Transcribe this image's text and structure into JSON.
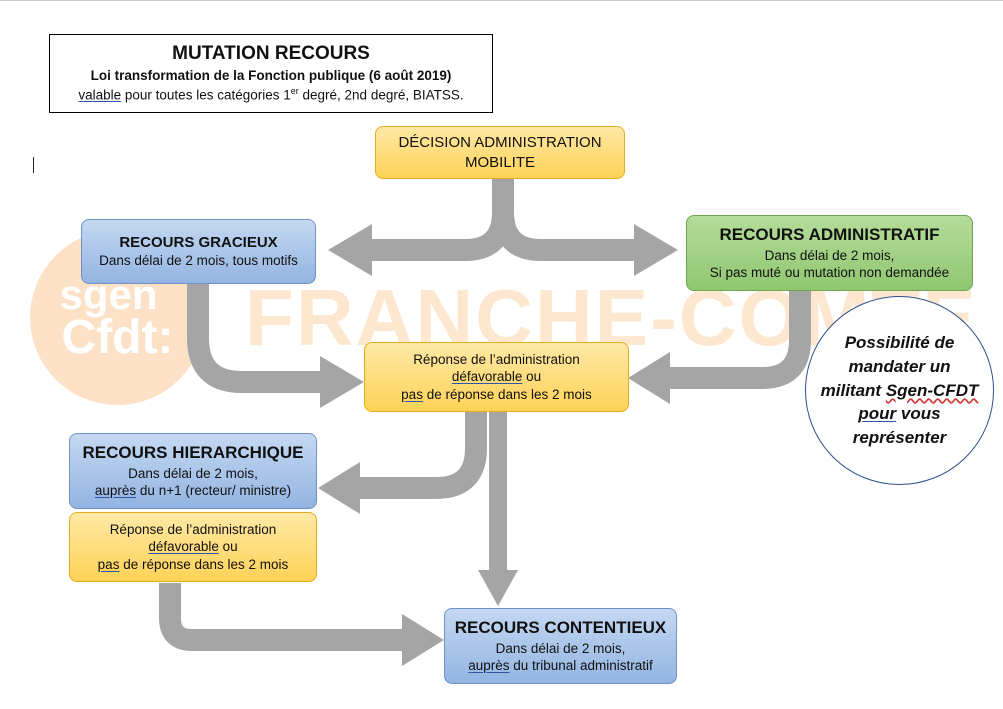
{
  "header": {
    "title": "MUTATION RECOURS",
    "subtitle": "Loi transformation de la Fonction publique (6 août 2019)",
    "scope_valable": "valable",
    "scope_pre": " pour toutes les catégories 1",
    "scope_sup": "er",
    "scope_post": " degré, 2nd degré, BIATSS."
  },
  "watermark": {
    "logo_line1": "sgen",
    "logo_line2": "Cfdt:",
    "region": "FRANCHE-COMTE"
  },
  "nodes": {
    "decision": {
      "line1": "DÉCISION ADMINISTRATION",
      "line2": "MOBILITE"
    },
    "gracieux": {
      "title": "RECOURS GRACIEUX",
      "body": "Dans délai de 2 mois, tous motifs"
    },
    "administratif": {
      "title": "RECOURS ADMINISTRATIF",
      "body1": "Dans délai de 2 mois,",
      "body2": "Si pas muté ou mutation non demandée"
    },
    "reponse1": {
      "line1": "Réponse de l’administration",
      "defavorable": "défavorable",
      "ou": " ou",
      "pas": "pas",
      "line3_rest": " de réponse dans les 2 mois"
    },
    "hierarchique": {
      "title": "RECOURS HIERARCHIQUE",
      "body1": "Dans délai de 2 mois,",
      "aupres": "auprès",
      "body2_rest": " du n+1 (recteur/ ministre)"
    },
    "reponse2": {
      "line1": "Réponse de l’administration",
      "defavorable": "défavorable",
      "ou": " ou",
      "pas": "pas",
      "line3_rest": " de réponse dans les 2 mois"
    },
    "contentieux": {
      "title": "RECOURS CONTENTIEUX",
      "body1": "Dans délai de 2 mois,",
      "aupres": "auprès",
      "body2_rest": " du tribunal administratif"
    }
  },
  "callout": {
    "line1": "Possibilité de",
    "line2": "mandater un",
    "line3_pre": "militant ",
    "line3_brand": "Sgen-CFDT",
    "line4_pour": "pour",
    "line4_rest": " vous",
    "line5": "représenter"
  },
  "colors": {
    "arrow": "#a5a5a5",
    "orange_fill": "#ffd257",
    "blue_fill": "#93b4e2",
    "green_fill": "#90c771",
    "watermark": "#fde1c6"
  }
}
